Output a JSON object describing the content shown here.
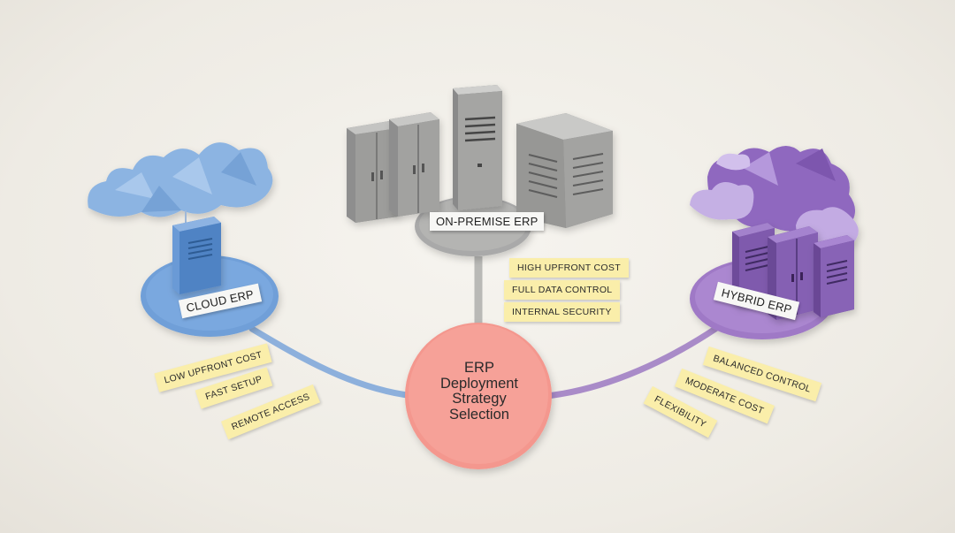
{
  "center": {
    "title_lines": [
      "ERP",
      "Deployment",
      "Strategy",
      "Selection"
    ],
    "color": "#f4978e"
  },
  "branches": {
    "cloud": {
      "label": "CLOUD ERP",
      "color": "#6f9fd8",
      "notes": [
        "LOW UPFRONT COST",
        "FAST SETUP",
        "REMOTE ACCESS"
      ]
    },
    "on_premise": {
      "label": "ON-PREMISE ERP",
      "color": "#a9a9a9",
      "notes": [
        "HIGH UPFRONT COST",
        "FULL DATA CONTROL",
        "INTERNAL SECURITY"
      ]
    },
    "hybrid": {
      "label": "HYBRID ERP",
      "color": "#a77fc9",
      "notes": [
        "BALANCED CONTROL",
        "MODERATE COST",
        "FLEXIBILITY"
      ]
    }
  },
  "note_color": "#faeeaa"
}
